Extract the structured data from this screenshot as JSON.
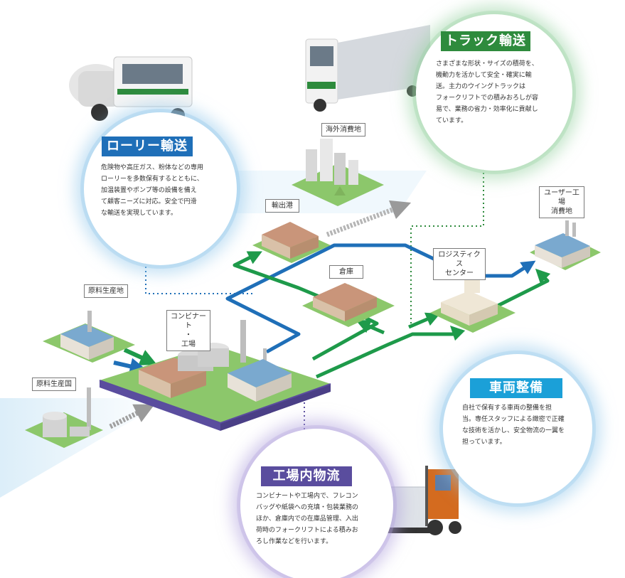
{
  "locations": {
    "overseas_consumption": "海外消費地",
    "export_port": "輸出港",
    "user_plant_line1": "ユーザー工場",
    "user_plant_line2": "消費地",
    "warehouse": "倉庫",
    "logistics_line1": "ロジスティクス",
    "logistics_line2": "センター",
    "raw_material_site": "原料生産地",
    "kombinat_line1": "コンビナート",
    "kombinat_line2": "・",
    "kombinat_line3": "工場",
    "raw_material_country": "原料生産国"
  },
  "services": {
    "lorry": {
      "title": "ローリー輸送",
      "desc": [
        "危険物や高圧ガス、粉体などの専用",
        "ローリーを多数保有するとともに、",
        "加温装置やポンプ等の設備を備え",
        "て顧客ニーズに対応。安全で円滑",
        "な輸送を実現しています。"
      ],
      "color": "#1f6fb8"
    },
    "truck": {
      "title": "トラック輸送",
      "desc": [
        "さまざまな形状・サイズの積荷を、",
        "機動力を活かして安全・確実に輸",
        "送。主力のウイングトラックは",
        "フォークリフトでの積みおろしが容",
        "易で、業務の省力・効率化に貢献し",
        "ています。"
      ],
      "color": "#2e8b3d"
    },
    "vehicle": {
      "title": "車両整備",
      "desc": [
        "自社で保有する車両の整備を担",
        "当。専任スタッフによる緻密で正確",
        "な技術を活かし、安全物流の一翼を",
        "担っています。"
      ],
      "color": "#1ba0d8"
    },
    "inplant": {
      "title": "工場内物流",
      "desc": [
        "コンビナートや工場内で、フレコン",
        "バッグや紙袋への充填・包装業務の",
        "ほか、倉庫内での在庫品管理、入出",
        "荷時のフォークリフトによる積みお",
        "ろし作業などを行います。"
      ],
      "color": "#5a4d9e"
    }
  },
  "colors": {
    "flow_blue": "#1f6fb8",
    "flow_green": "#1e9a4a",
    "base_green": "#8cc76b",
    "roof_blue": "#7aa9cf",
    "roof_brown": "#c9957a",
    "kombinat_border": "#5a4d9e"
  }
}
